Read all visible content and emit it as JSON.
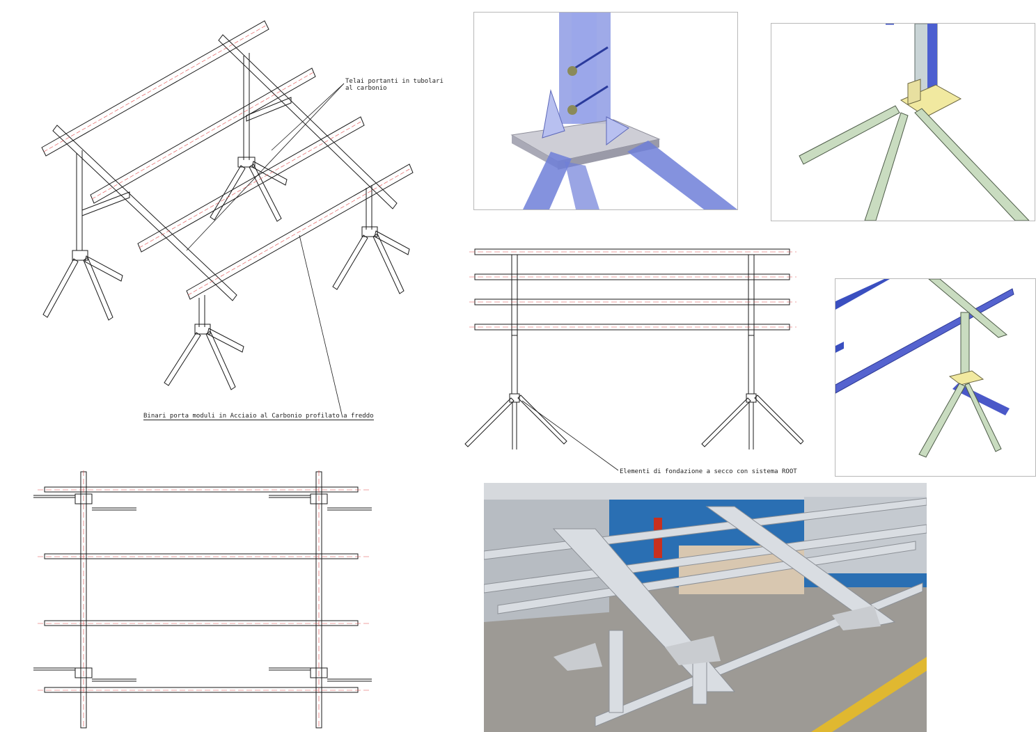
{
  "callouts": {
    "telai": "Telai portanti in tubolari\nal carbonio",
    "binari": "Binari porta moduli in Acciaio al Carbonio profilato a freddo",
    "elementi": "Elementi di fondazione a secco con sistema ROOT"
  },
  "colors": {
    "line": "#1a1a1a",
    "centerline": "#e04848",
    "blue_steel": "#6f7fd8",
    "blue_dark": "#3a4fc0",
    "green_steel": "#c9dcc0",
    "plate_yellow": "#f1e9a0",
    "photo_wall_blue": "#2a6fb3",
    "photo_floor": "#9d9a95",
    "photo_steel": "#d9dde2"
  }
}
